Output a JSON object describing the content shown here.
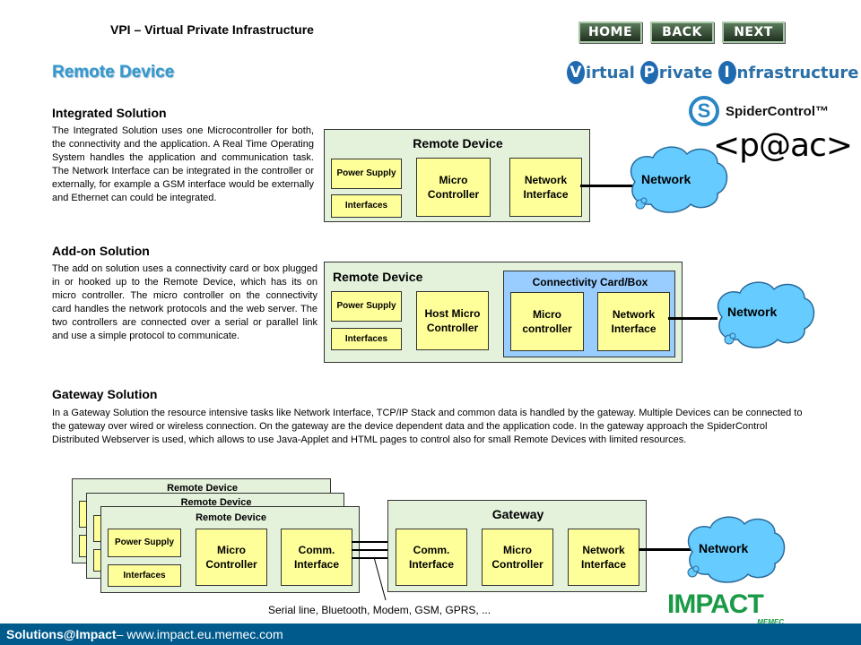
{
  "header": {
    "title": "VPI – Virtual Private Infrastructure",
    "nav": {
      "home": "HOME",
      "back": "BACK",
      "next": "NEXT"
    }
  },
  "page_title": "Remote Device",
  "logos": {
    "vpi": {
      "v": "V",
      "irtual": "irtual",
      "p": "P",
      "rivate": "rivate",
      "i": "I",
      "nfrastructure": "nfrastructure"
    },
    "spider_mark": "S",
    "spider_text": "SpiderControl™",
    "pac": "<p@ac>",
    "impact": "IMPACT",
    "memec": "MEMEC"
  },
  "sections": {
    "integrated": {
      "heading": "Integrated Solution",
      "text": "The Integrated Solution uses one Microcontroller for both, the connectivity and the application. A Real Time Operating System handles the application and communication task. The Network Interface can be integrated in the controller or externally, for example a GSM interface would be externally and Ethernet can could be integrated."
    },
    "addon": {
      "heading": "Add-on Solution",
      "text": "The add on solution uses a connectivity card or box plugged in or hooked up to the Remote Device, which has its on micro controller. The micro controller on the connectivity card handles the network protocols and the web server. The two controllers are connected over a serial or parallel link and use a simple protocol to communicate."
    },
    "gateway": {
      "heading": "Gateway Solution",
      "text": "In a Gateway Solution the resource intensive tasks like Network Interface, TCP/IP Stack and common data is handled by the gateway. Multiple Devices can be connected to the gateway over wired or wireless connection. On the gateway are the device dependent data and the application code. In the gateway approach the SpiderControl Distributed Webserver is used, which allows to use Java-Applet and HTML pages to control also for small Remote Devices with limited resources."
    }
  },
  "diagram1": {
    "title": "Remote Device",
    "power_supply": "Power Supply",
    "interfaces": "Interfaces",
    "micro_controller": "Micro Controller",
    "network_interface": "Network Interface",
    "network": "Network"
  },
  "diagram2": {
    "title": "Remote Device",
    "power_supply": "Power Supply",
    "interfaces": "Interfaces",
    "host_micro": "Host Micro Controller",
    "card_title": "Connectivity Card/Box",
    "micro": "Micro controller",
    "network_interface": "Network Interface",
    "network": "Network"
  },
  "diagram3": {
    "device_title": "Remote Device",
    "power_supply": "Power Supply",
    "interfaces": "Interfaces",
    "micro_controller": "Micro Controller",
    "comm_interface": "Comm. Interface",
    "gateway_title": "Gateway",
    "gw_comm": "Comm. Interface",
    "gw_micro": "Micro Controller",
    "gw_network": "Network Interface",
    "network": "Network",
    "link_note": "Serial line, Bluetooth, Modem, GSM, GPRS, ..."
  },
  "footer": {
    "brand": "Solutions@Impact",
    "sep": "–",
    "url": "www.impact.eu.memec.com"
  },
  "colors": {
    "title_blue": "#3399cc",
    "footer_blue": "#005a8c",
    "box_yellow": "#ffff99",
    "panel_green": "#e4f1db",
    "card_blue": "#99ccff",
    "cloud_cyan": "#66ccff",
    "impact_green": "#1a9a46"
  }
}
